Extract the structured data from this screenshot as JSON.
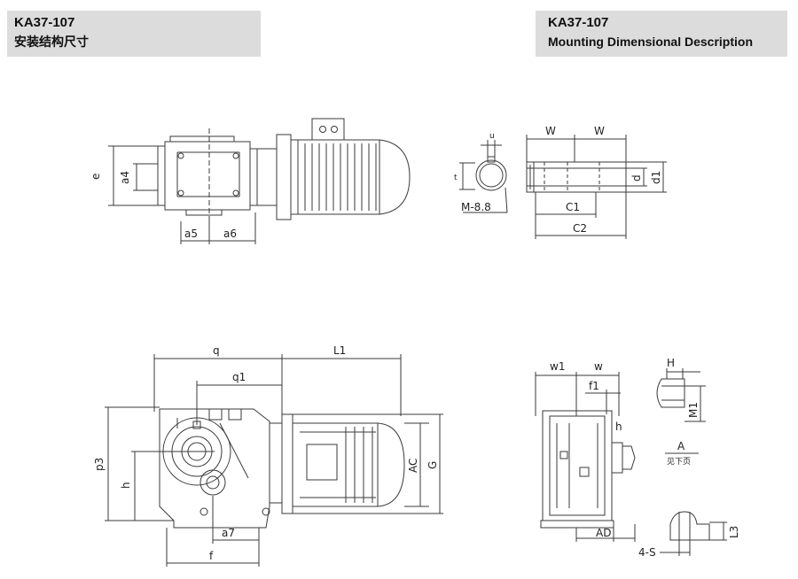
{
  "header_left": {
    "model": "KA37-107",
    "subtitle": "安装结构尺寸"
  },
  "header_right": {
    "model": "KA37-107",
    "subtitle": "Mounting Dimensional Description"
  },
  "labels": {
    "e": "e",
    "a4": "a4",
    "a5": "a5",
    "a6": "a6",
    "t": "t",
    "u": "u",
    "m_thread": "M-8.8",
    "W_left": "W",
    "W_right": "W",
    "d": "d",
    "d1": "d1",
    "C1": "C1",
    "C2": "C2",
    "q": "q",
    "q1": "q1",
    "L1": "L1",
    "p3": "p3",
    "h": "h",
    "AC": "AC",
    "G": "G",
    "a7": "a7",
    "f": "f",
    "w1": "w1",
    "w": "w",
    "f1": "f1",
    "h_small": "h",
    "AD": "AD",
    "H": "H",
    "M1": "M1",
    "view_A": "A",
    "see_next_page": "见下页",
    "four_S": "4-S",
    "L3": "L3"
  },
  "colors": {
    "line": "#3a3a3a",
    "header_bg": "#dcdcdc"
  }
}
